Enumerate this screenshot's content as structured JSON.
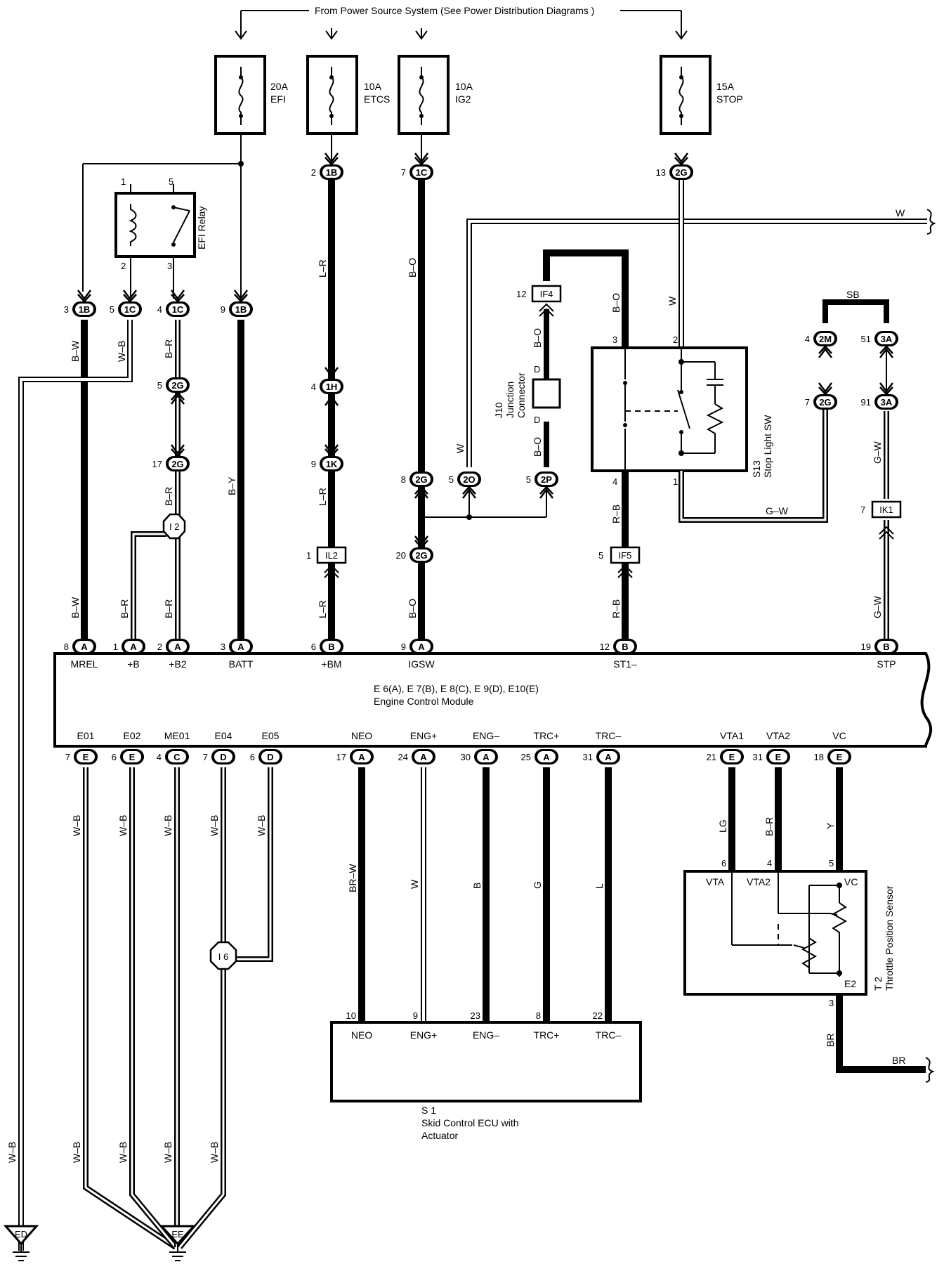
{
  "header": "From Power Source System (See Power Distribution Diagrams )",
  "fuses": [
    {
      "amp": "20A",
      "name": "EFI"
    },
    {
      "amp": "10A",
      "name": "ETCS"
    },
    {
      "amp": "10A",
      "name": "IG2"
    },
    {
      "amp": "15A",
      "name": "STOP"
    }
  ],
  "relay": {
    "name": "EFI Relay",
    "pins": [
      "1",
      "5",
      "2",
      "3"
    ]
  },
  "upper_connectors": [
    {
      "pin": "3",
      "code": "1B"
    },
    {
      "pin": "5",
      "code": "1C"
    },
    {
      "pin": "4",
      "code": "1C"
    },
    {
      "pin": "9",
      "code": "1B"
    },
    {
      "pin": "2",
      "code": "1B"
    },
    {
      "pin": "7",
      "code": "1C"
    },
    {
      "pin": "13",
      "code": "2G"
    },
    {
      "pin": "5",
      "code": "2G"
    },
    {
      "pin": "17",
      "code": "2G"
    },
    {
      "pin": "4",
      "code": "1H"
    },
    {
      "pin": "9",
      "code": "1K"
    },
    {
      "pin": "8",
      "code": "2G"
    },
    {
      "pin": "5",
      "code": "2O"
    },
    {
      "pin": "5",
      "code": "2P"
    },
    {
      "pin": "20",
      "code": "2G"
    },
    {
      "pin": "4",
      "code": "2M"
    },
    {
      "pin": "51",
      "code": "3A"
    },
    {
      "pin": "7",
      "code": "2G"
    },
    {
      "pin": "91",
      "code": "3A"
    }
  ],
  "inline_connectors": [
    {
      "pin": "12",
      "code": "IF4"
    },
    {
      "pin": "1",
      "code": "IL2"
    },
    {
      "pin": "5",
      "code": "IF5"
    },
    {
      "pin": "7",
      "code": "IK1"
    }
  ],
  "junctions": [
    "I 2",
    "I 6"
  ],
  "junction_connector": {
    "id": "J10",
    "line1": "Junction",
    "line2": "Connector",
    "pin_top": "D",
    "pin_bottom": "D"
  },
  "stop_light_sw": {
    "id": "S13",
    "name": "Stop Light SW",
    "pins": [
      "3",
      "2",
      "4",
      "1"
    ]
  },
  "wire_colors": {
    "w1": "B–W",
    "w2": "W–B",
    "w3": "B–R",
    "w4": "B–Y",
    "w5": "L–R",
    "w6": "B–O",
    "w7": "W",
    "w8": "R–B",
    "w9": "G–W",
    "w10": "SB",
    "w11": "BR–W",
    "w12": "B",
    "w13": "G",
    "w14": "L",
    "w15": "LG",
    "w16": "Y",
    "w17": "BR"
  },
  "ecm": {
    "title_line1": "E 6(A), E 7(B), E 8(C), E 9(D), E10(E)",
    "title_line2": "Engine Control Module",
    "top_terminals": [
      {
        "pin": "8",
        "conn": "A",
        "label": "MREL"
      },
      {
        "pin": "1",
        "conn": "A",
        "label": "+B"
      },
      {
        "pin": "2",
        "conn": "A",
        "label": "+B2"
      },
      {
        "pin": "3",
        "conn": "A",
        "label": "BATT"
      },
      {
        "pin": "6",
        "conn": "B",
        "label": "+BM"
      },
      {
        "pin": "9",
        "conn": "A",
        "label": "IGSW"
      },
      {
        "pin": "12",
        "conn": "B",
        "label": "ST1–"
      },
      {
        "pin": "19",
        "conn": "B",
        "label": "STP"
      }
    ],
    "bottom_terminals": [
      {
        "pin": "7",
        "conn": "E",
        "label": "E01"
      },
      {
        "pin": "6",
        "conn": "E",
        "label": "E02"
      },
      {
        "pin": "4",
        "conn": "C",
        "label": "ME01"
      },
      {
        "pin": "7",
        "conn": "D",
        "label": "E04"
      },
      {
        "pin": "6",
        "conn": "D",
        "label": "E05"
      },
      {
        "pin": "17",
        "conn": "A",
        "label": "NEO"
      },
      {
        "pin": "24",
        "conn": "A",
        "label": "ENG+"
      },
      {
        "pin": "30",
        "conn": "A",
        "label": "ENG–"
      },
      {
        "pin": "25",
        "conn": "A",
        "label": "TRC+"
      },
      {
        "pin": "31",
        "conn": "A",
        "label": "TRC–"
      },
      {
        "pin": "21",
        "conn": "E",
        "label": "VTA1"
      },
      {
        "pin": "31",
        "conn": "E",
        "label": "VTA2"
      },
      {
        "pin": "18",
        "conn": "E",
        "label": "VC"
      }
    ]
  },
  "skid_ecu": {
    "id": "S 1",
    "name_line1": "Skid Control ECU with",
    "name_line2": "Actuator",
    "terminals": [
      {
        "pin": "10",
        "label": "NEO"
      },
      {
        "pin": "9",
        "label": "ENG+"
      },
      {
        "pin": "23",
        "label": "ENG–"
      },
      {
        "pin": "8",
        "label": "TRC+"
      },
      {
        "pin": "22",
        "label": "TRC–"
      }
    ]
  },
  "tps": {
    "id": "T 2",
    "name": "Throttle Position Sensor",
    "pins": [
      "6",
      "4",
      "5",
      "3"
    ],
    "labels": [
      "VTA",
      "VTA2",
      "VC",
      "E2"
    ]
  },
  "grounds": [
    "ED",
    "EE"
  ]
}
